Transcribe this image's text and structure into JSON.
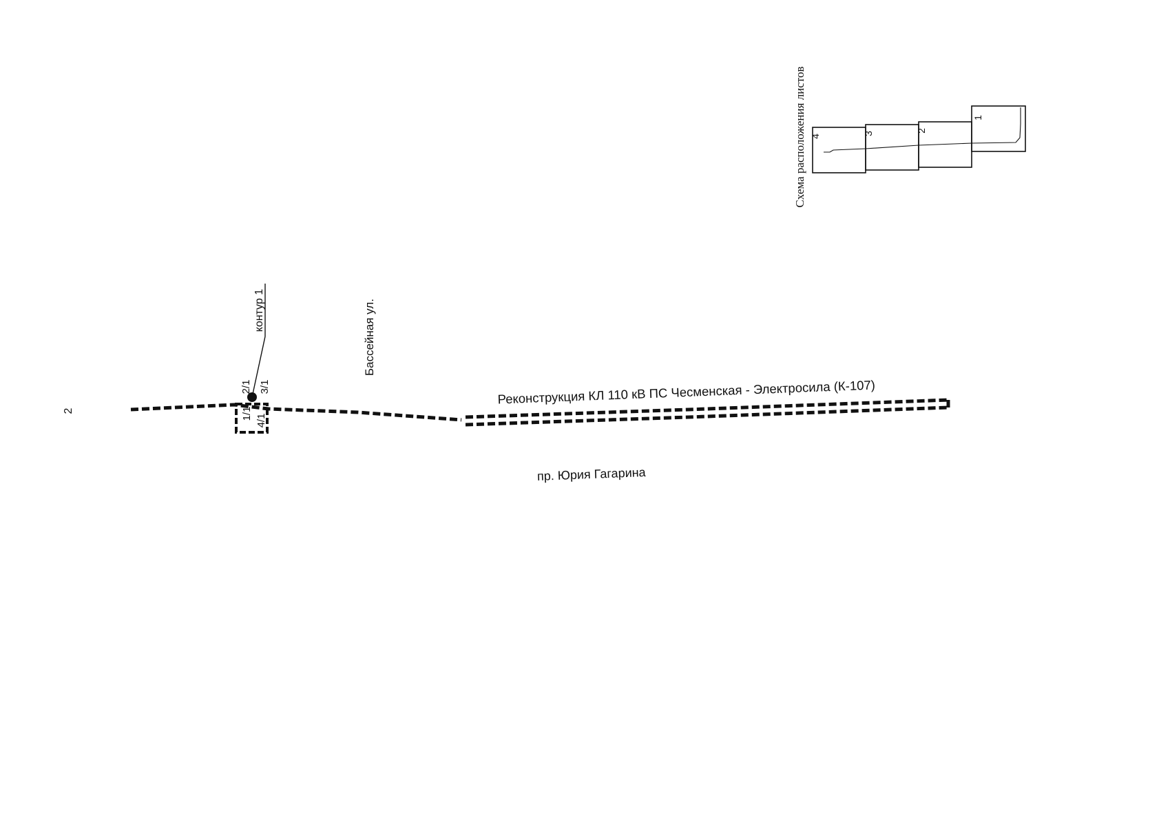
{
  "sheet_number": "2",
  "route": {
    "label": "Реконструкция КЛ 110 кВ ПС Чесменская - Электросила (К-107)",
    "stroke_color": "#111111"
  },
  "streets": {
    "bassejnaya": "Бассейная ул.",
    "gagarina": "пр. Юрия Гагарина"
  },
  "contour": {
    "label": "контур 1",
    "points": [
      "1/1",
      "2/1",
      "3/1",
      "4/1"
    ]
  },
  "sheet_layout": {
    "title": "Схема расположения листов",
    "sheets": [
      "4",
      "3",
      "2",
      "1"
    ]
  }
}
